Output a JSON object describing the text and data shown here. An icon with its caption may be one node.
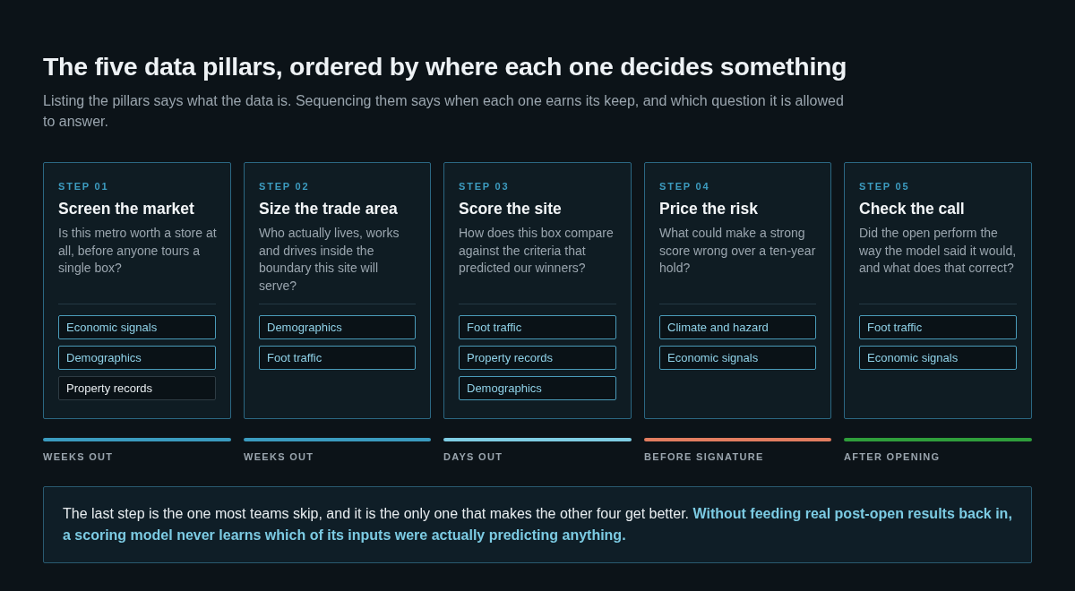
{
  "diagram": {
    "title": "The five data pillars, ordered by where each one decides something",
    "nodes": [
      {
        "text": [
          "STEP 01",
          "Screen the market",
          "Is this metro worth a store at all, before anyone tours a single box?"
        ],
        "beside": [
          "WEEKS OUT"
        ]
      },
      {
        "text": [
          "Economic signals"
        ],
        "in": 0
      },
      {
        "text": [
          "Demographics"
        ],
        "in": 0
      },
      {
        "text": [
          "Property records"
        ],
        "in": 0
      },
      {
        "text": [
          "STEP 02",
          "Size the trade area",
          "Who actually lives, works and drives inside the boundary this site will serve?"
        ],
        "beside": [
          "WEEKS OUT"
        ]
      },
      {
        "text": [
          "Demographics"
        ],
        "in": 4
      },
      {
        "text": [
          "Foot traffic"
        ],
        "in": 4
      },
      {
        "text": [
          "STEP 03",
          "Score the site",
          "How does this box compare against the criteria that predicted our winners?"
        ],
        "beside": [
          "DAYS OUT"
        ]
      },
      {
        "text": [
          "Foot traffic"
        ],
        "in": 7
      },
      {
        "text": [
          "Property records"
        ],
        "in": 7
      },
      {
        "text": [
          "Demographics"
        ],
        "in": 7
      },
      {
        "text": [
          "STEP 04",
          "Price the risk",
          "What could make a strong score wrong over a ten-year hold?"
        ],
        "beside": [
          "BEFORE SIGNATURE"
        ]
      },
      {
        "text": [
          "Climate and hazard"
        ],
        "in": 11
      },
      {
        "text": [
          "Economic signals"
        ],
        "in": 11
      },
      {
        "text": [
          "STEP 05",
          "Check the call",
          "Did the open perform the way the model said it would, and what does that correct?"
        ],
        "beside": [
          "AFTER OPENING"
        ]
      },
      {
        "text": [
          "Foot traffic"
        ],
        "in": 14
      },
      {
        "text": [
          "Economic signals"
        ],
        "in": 14
      },
      {
        "text": [
          "The last step is the one most teams skip, and it is the only one that makes the other four get better. **Without feeding real post-open results back in, a scoring model never learns which of its inputs were actually predicting anything.**"
        ]
      }
    ],
    "labels": [
      "Listing the pillars says what the data is. Sequencing them says when each one earns its keep, and which question it is allowed to answer."
    ]
  }
}
